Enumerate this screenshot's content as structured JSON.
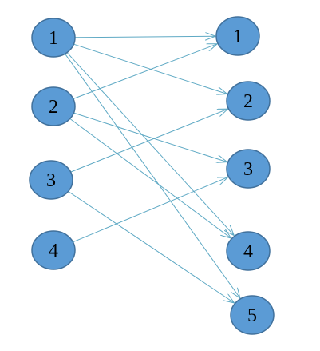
{
  "diagram": {
    "type": "bipartite-directed-graph",
    "colors": {
      "node_fill": "#5b9bd5",
      "node_stroke": "#41719c",
      "edge": "#5ea9c4",
      "label": "#000000"
    },
    "left_nodes": [
      {
        "id": "L1",
        "label": "1"
      },
      {
        "id": "L2",
        "label": "2"
      },
      {
        "id": "L3",
        "label": "3"
      },
      {
        "id": "L4",
        "label": "4"
      }
    ],
    "right_nodes": [
      {
        "id": "R1",
        "label": "1"
      },
      {
        "id": "R2",
        "label": "2"
      },
      {
        "id": "R3",
        "label": "3"
      },
      {
        "id": "R4",
        "label": "4"
      },
      {
        "id": "R5",
        "label": "5"
      }
    ],
    "edges": [
      {
        "from": "L1",
        "to": "R1"
      },
      {
        "from": "L1",
        "to": "R2"
      },
      {
        "from": "L1",
        "to": "R4"
      },
      {
        "from": "L1",
        "to": "R5"
      },
      {
        "from": "L2",
        "to": "R1"
      },
      {
        "from": "L2",
        "to": "R3"
      },
      {
        "from": "L2",
        "to": "R4"
      },
      {
        "from": "L3",
        "to": "R2"
      },
      {
        "from": "L3",
        "to": "R5"
      },
      {
        "from": "L4",
        "to": "R3"
      }
    ]
  }
}
